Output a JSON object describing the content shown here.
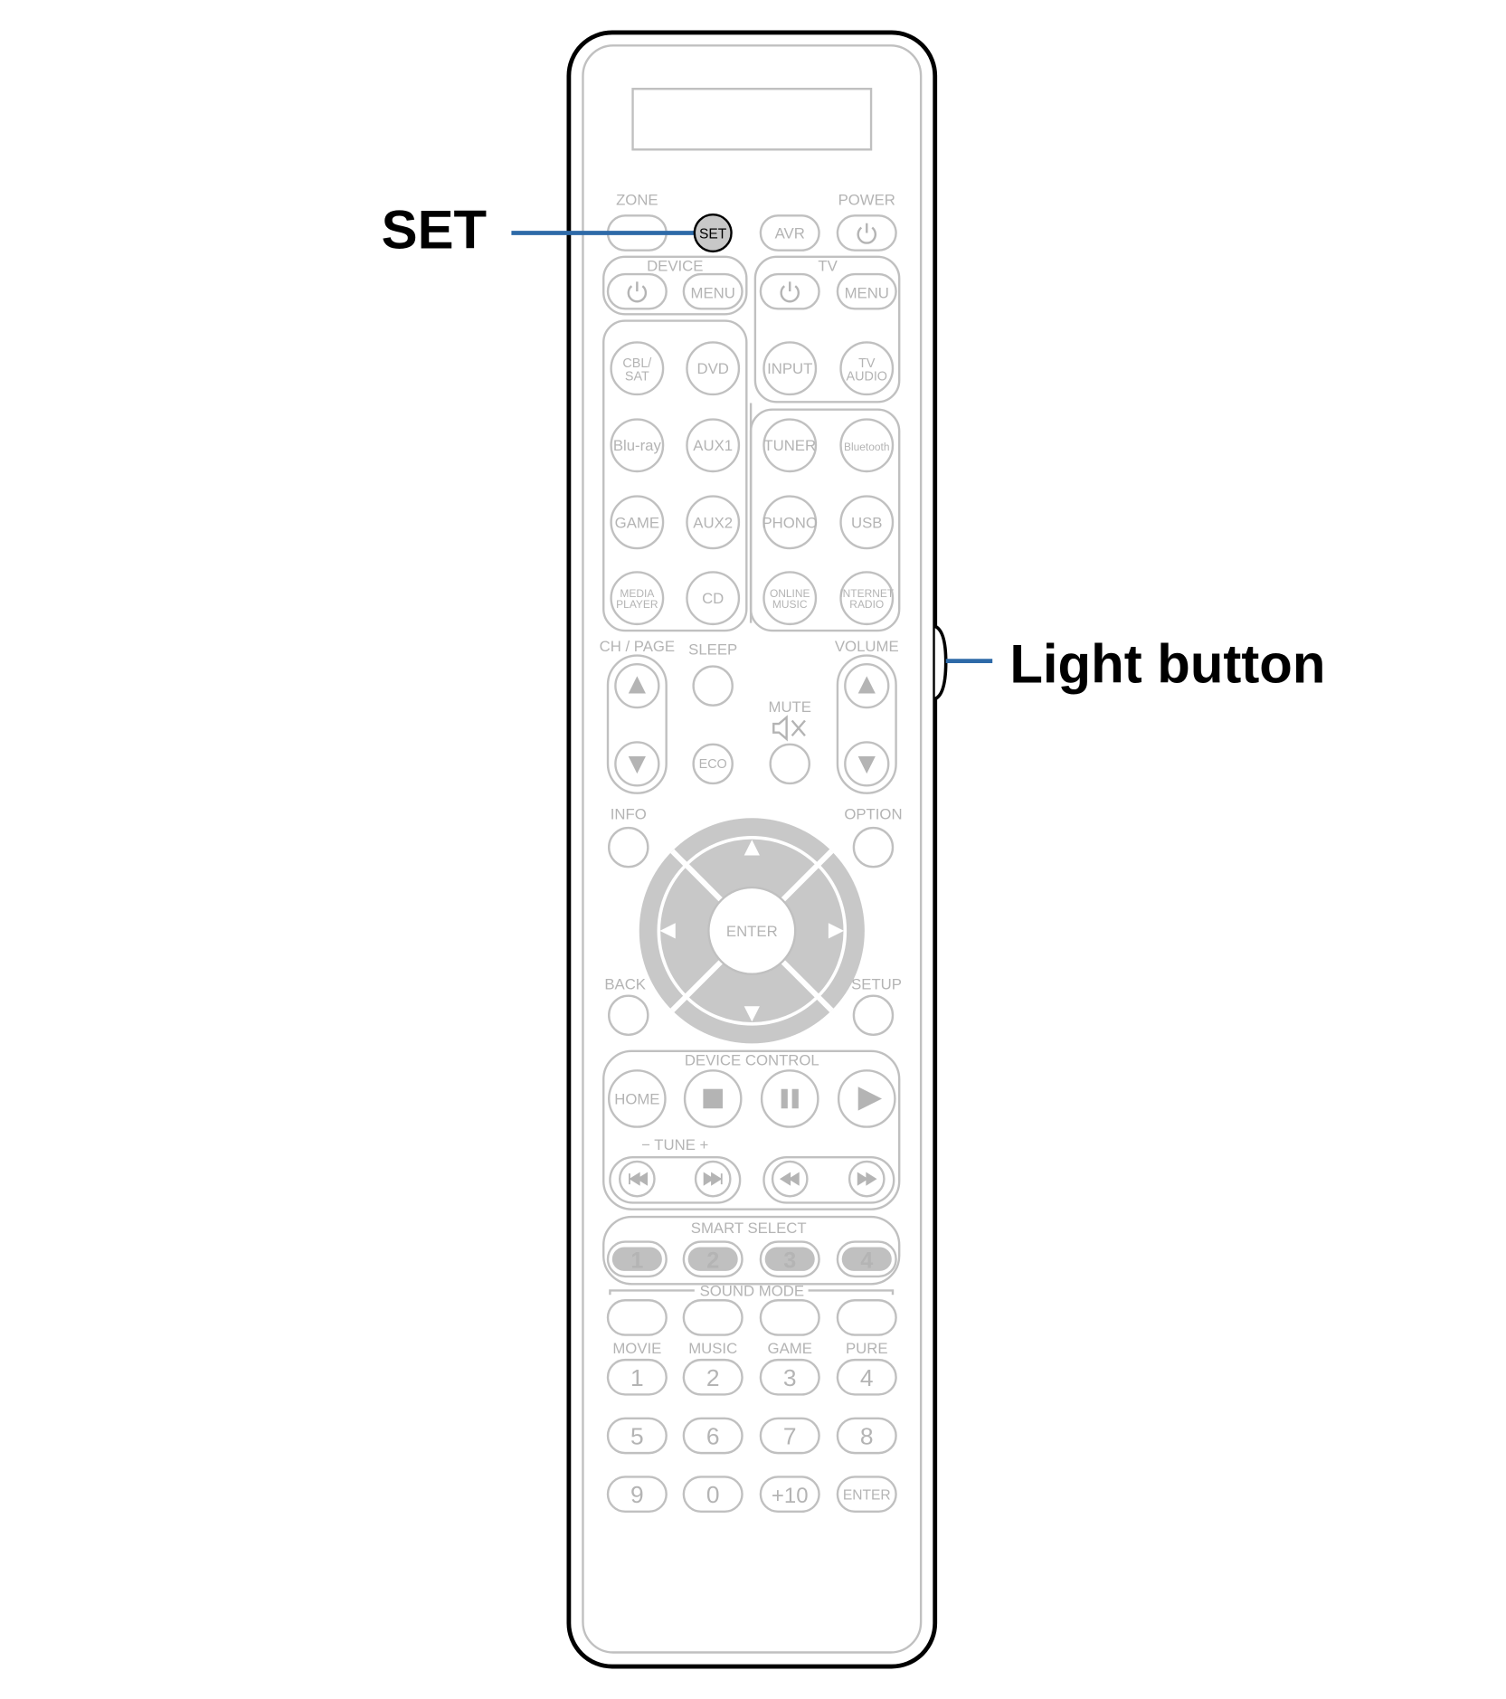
{
  "callouts": {
    "set": "SET",
    "light": "Light button"
  },
  "colors": {
    "callout_line": "#2e6aa8",
    "button_stroke": "#c0c0c0",
    "button_fill": "#c8c8c8",
    "outline": "#000000"
  },
  "remote": {
    "zone": "ZONE",
    "power": "POWER",
    "set_button": "SET",
    "avr": "AVR",
    "device": "DEVICE",
    "tv": "TV",
    "menu": "MENU",
    "sources": [
      [
        "CBL/|SAT",
        "DVD",
        "INPUT",
        "TV|AUDIO"
      ],
      [
        "Blu-ray",
        "AUX1",
        "TUNER",
        "Bluetooth"
      ],
      [
        "GAME",
        "AUX2",
        "PHONO",
        "USB"
      ],
      [
        "MEDIA|PLAYER",
        "CD",
        "ONLINE|MUSIC",
        "INTERNET|RADIO"
      ]
    ],
    "ch_page": "CH / PAGE",
    "sleep": "SLEEP",
    "volume": "VOLUME",
    "mute": "MUTE",
    "eco": "ECO",
    "info": "INFO",
    "option": "OPTION",
    "enter": "ENTER",
    "back": "BACK",
    "setup": "SETUP",
    "device_control": "DEVICE CONTROL",
    "home": "HOME",
    "tune": "−  TUNE  +",
    "smart_select": "SMART SELECT",
    "smart_buttons": [
      "1",
      "2",
      "3",
      "4"
    ],
    "sound_mode": "SOUND MODE",
    "sound_modes": [
      "MOVIE",
      "MUSIC",
      "GAME",
      "PURE"
    ],
    "keypad": [
      [
        "1",
        "2",
        "3",
        "4"
      ],
      [
        "5",
        "6",
        "7",
        "8"
      ],
      [
        "9",
        "0",
        "+10",
        "ENTER"
      ]
    ]
  }
}
